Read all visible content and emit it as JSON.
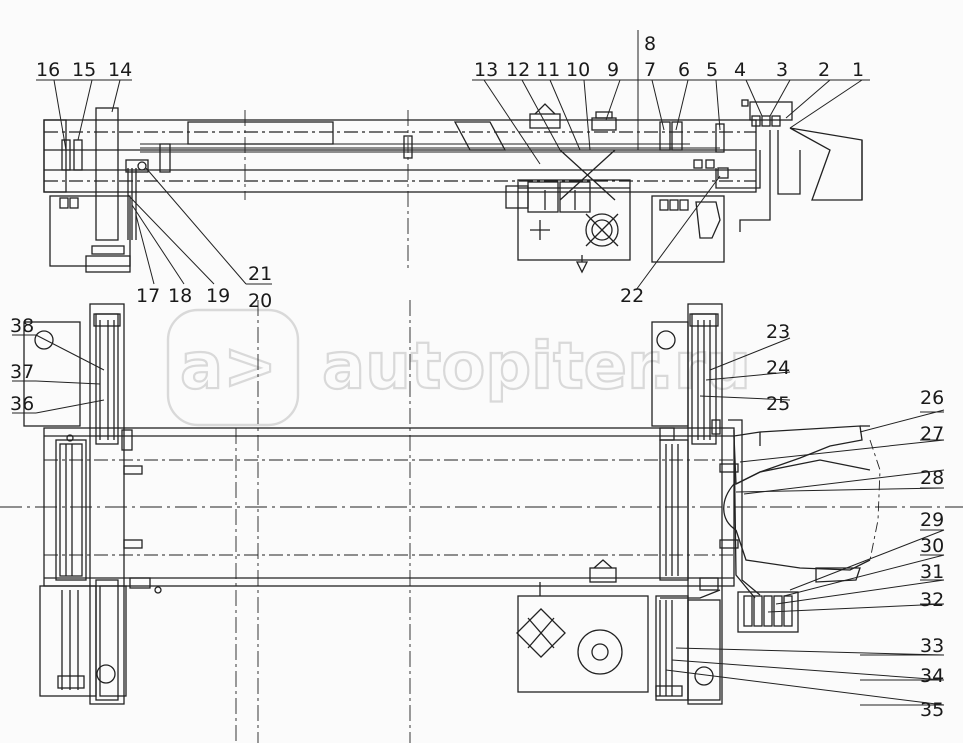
{
  "watermark": {
    "text": "autopiter.ru",
    "logo_text": "a>"
  },
  "callouts": [
    {
      "num": "1"
    },
    {
      "num": "2"
    },
    {
      "num": "3"
    },
    {
      "num": "4"
    },
    {
      "num": "5"
    },
    {
      "num": "6"
    },
    {
      "num": "7"
    },
    {
      "num": "8"
    },
    {
      "num": "9"
    },
    {
      "num": "10"
    },
    {
      "num": "11"
    },
    {
      "num": "12"
    },
    {
      "num": "13"
    },
    {
      "num": "14"
    },
    {
      "num": "15"
    },
    {
      "num": "16"
    },
    {
      "num": "17"
    },
    {
      "num": "18"
    },
    {
      "num": "19"
    },
    {
      "num": "20"
    },
    {
      "num": "21"
    },
    {
      "num": "22"
    },
    {
      "num": "23"
    },
    {
      "num": "24"
    },
    {
      "num": "25"
    },
    {
      "num": "26"
    },
    {
      "num": "27"
    },
    {
      "num": "28"
    },
    {
      "num": "29"
    },
    {
      "num": "30"
    },
    {
      "num": "31"
    },
    {
      "num": "32"
    },
    {
      "num": "33"
    },
    {
      "num": "34"
    },
    {
      "num": "35"
    },
    {
      "num": "36"
    },
    {
      "num": "37"
    },
    {
      "num": "38"
    }
  ]
}
